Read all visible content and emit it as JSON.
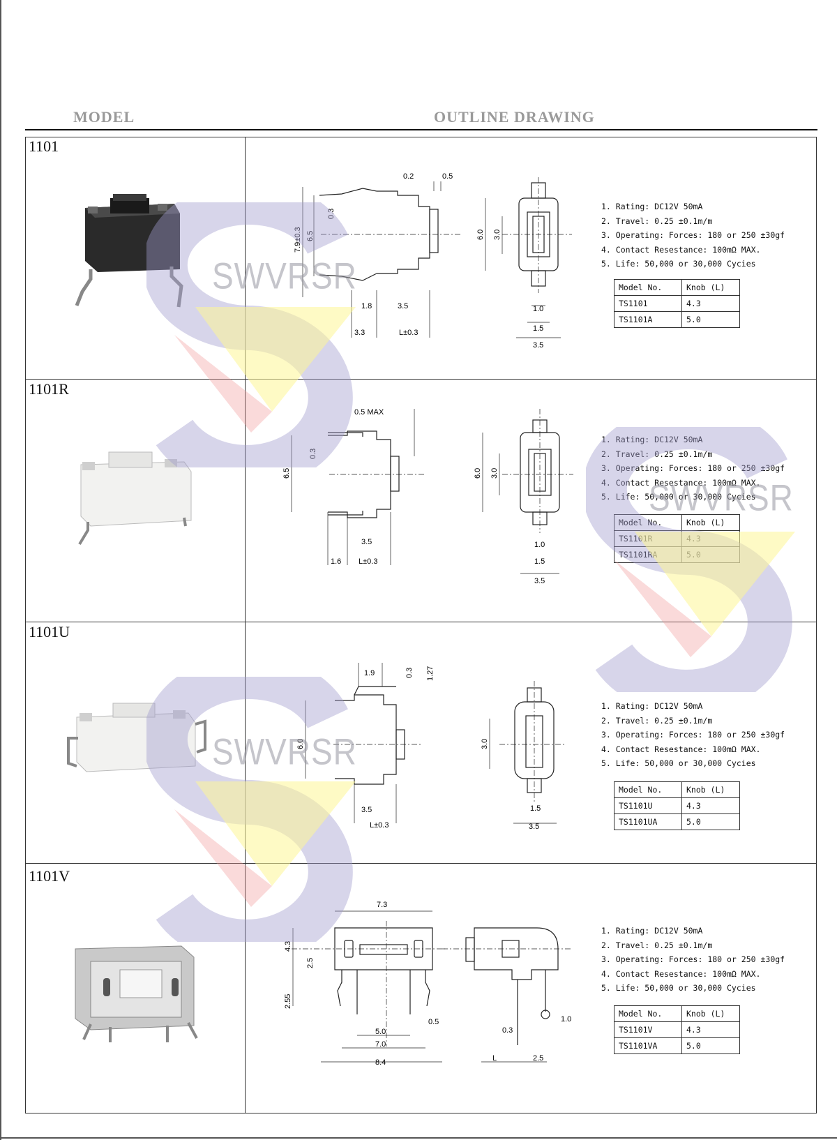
{
  "header": {
    "model_label": "MODEL",
    "outline_label": "OUTLINE DRAWING"
  },
  "watermark": "SWVRSR",
  "colors": {
    "watermark_circle": "#d3d2e6",
    "watermark_triangle": "#fdf8b8",
    "watermark_stripe": "#f6c8c8"
  },
  "specs": [
    "1. Rating: DC12V 50mA",
    "2. Travel: 0.25 ±0.1m/m",
    "3. Operating: Forces: 180 or 250 ±30gf",
    "4. Contact Resestance: 100mΩ MAX.",
    "5. Life: 50,000 or 30,000 Cycies"
  ],
  "knob_header": {
    "model": "Model No.",
    "knob": "Knob (L)"
  },
  "rows": [
    {
      "model": "1101",
      "knob_rows": [
        {
          "model": "TS1101",
          "knob": "4.3"
        },
        {
          "model": "TS1101A",
          "knob": "5.0"
        }
      ],
      "dims": {
        "d1": "0.2",
        "d2": "0.5",
        "d3": "0.3",
        "d4": "7.9±0.3",
        "d5": "6.5",
        "d6": "1.8",
        "d7": "3.5",
        "d8": "3.3",
        "d9": "L±0.3",
        "d10": "6.0",
        "d11": "3.0",
        "d12": "1.0",
        "d13": "1.5",
        "d14": "3.5"
      }
    },
    {
      "model": "1101R",
      "knob_rows": [
        {
          "model": "TS1101R",
          "knob": "4.3"
        },
        {
          "model": "TS1101RA",
          "knob": "5.0"
        }
      ],
      "dims": {
        "d1": "0.5 MAX",
        "d2": "0.3",
        "d3": "6.5",
        "d4": "3.5",
        "d5": "1.6",
        "d6": "L±0.3",
        "d7": "6.0",
        "d8": "3.0",
        "d9": "1.0",
        "d10": "1.5",
        "d11": "3.5"
      }
    },
    {
      "model": "1101U",
      "knob_rows": [
        {
          "model": "TS1101U",
          "knob": "4.3"
        },
        {
          "model": "TS1101UA",
          "knob": "5.0"
        }
      ],
      "dims": {
        "d1": "1.9",
        "d2": "0.3",
        "d3": "1.27",
        "d4": "6.0",
        "d5": "3.5",
        "d6": "L±0.3",
        "d7": "3.0",
        "d8": "1.5",
        "d9": "3.5"
      }
    },
    {
      "model": "1101V",
      "knob_rows": [
        {
          "model": "TS1101V",
          "knob": "4.3"
        },
        {
          "model": "TS1101VA",
          "knob": "5.0"
        }
      ],
      "dims": {
        "d1": "7.3",
        "d2": "4.3",
        "d3": "2.5",
        "d4": "2.55",
        "d5": "5.0",
        "d6": "0.5",
        "d7": "7.0",
        "d8": "8.4",
        "d9": "0.3",
        "d10": "1.0",
        "d11": "L",
        "d12": "2.5"
      }
    }
  ]
}
